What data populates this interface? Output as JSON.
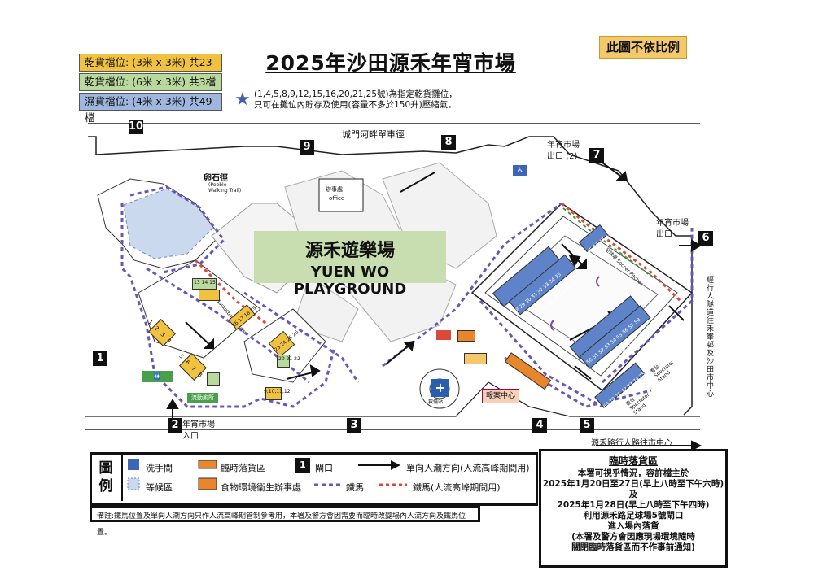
{
  "title": "2025年沙田源禾年宵市場",
  "scale_note": "此圖不依比例",
  "stall_legend": [
    {
      "label": "乾貨檔位: (3米 x 3米) 共23檔",
      "color": "#f0c240"
    },
    {
      "label": "乾貨檔位: (6米 x 3米) 共3檔",
      "color": "#b9d99d"
    },
    {
      "label": "濕貨檔位: (4米 x 3米) 共49檔",
      "color": "#9fb6de"
    }
  ],
  "star_note": {
    "line1": "(1,4,5,8,9,12,15,16,20,21,25號)為指定乾貨攤位，",
    "line2": "只可在攤位內貯存及使用(容量不多於150升)壓縮氣。"
  },
  "map": {
    "playground_zh": "源禾遊樂場",
    "playground_en": "YUEN WO PLAYGROUND",
    "top_road": "城門河畔單車徑",
    "bottom_road": "源禾路行人路往市中心",
    "right_road": "經行人隧道往禾輋邨及沙田市中心",
    "pebble_zh": "卵石徑",
    "pebble_en": "(Pebble Walking Trail)",
    "office_zh": "辦事處",
    "office_en": "office",
    "basketball": "籃球場 Basketball Courts",
    "soccer": "足球場 Soccer Pitches",
    "spectator1": "看台 Spectator Stand",
    "spectator2": "看台 Spectator Stand",
    "exit2": "年宵市場\n出口 (2)",
    "exit1": "年宵市場\n出口",
    "entrance": "年宵市場\n入口",
    "police": "報案中心",
    "firstaid": "救傷站",
    "mobile_toilet": "流動廁所",
    "toilet": "洗手間",
    "waiting": "等候區"
  },
  "gates": [
    "1",
    "2",
    "3",
    "4",
    "5",
    "6",
    "7",
    "8",
    "9",
    "10"
  ],
  "legend": {
    "heading": "圖例",
    "items": [
      {
        "icon": "toilet-icon",
        "label": "洗手間"
      },
      {
        "icon": "temp-loading-icon",
        "label": "臨時落貨區"
      },
      {
        "icon": "gate-icon",
        "label": "閘口"
      },
      {
        "icon": "arrow-icon",
        "label": "單向人潮方向(人流高峰期間用)"
      },
      {
        "icon": "waiting-area-icon",
        "label": "等候區"
      },
      {
        "icon": "fehd-office-icon",
        "label": "食物環境衞生辦事處"
      },
      {
        "icon": "barrier-icon",
        "label": "鐵馬"
      },
      {
        "icon": "barrier-red-icon",
        "label": "鐵馬(人流高峰期間用)"
      }
    ],
    "gate_sample": "1"
  },
  "footnote": "備註:鐵馬位置及單向人潮方向只作人流高峰期管制參考用，本署及警方會因需要而臨時改變場內人流方向及鐵馬位置。",
  "info": {
    "heading": "臨時落貨區",
    "line1": "本署可視乎情況，容許檔主於",
    "line2": "2025年1月20日至27日(早上八時至下午六時)",
    "line3": "及",
    "line4": "2025年1月28日(早上八時至下午四時)",
    "line5": "利用源禾路足球場5號閘口",
    "line6": "進入場內落貨",
    "line7": "(本署及警方會因應現場環境隨時",
    "line8": "關閉臨時落貨區而不作事前通知)"
  },
  "stall_numbers": {
    "group_a": [
      "1",
      "2",
      "3",
      "4"
    ],
    "group_b": [
      "5",
      "6",
      "7",
      "8"
    ],
    "group_c": [
      "9",
      "10",
      "11",
      "12"
    ],
    "group_d": [
      "13",
      "14",
      "15"
    ],
    "group_e": [
      "16",
      "17",
      "18",
      "19"
    ],
    "group_f": [
      "20",
      "21",
      "22"
    ],
    "group_g": [
      "23",
      "24",
      "25",
      "26"
    ],
    "wet_a": [
      "27",
      "28",
      "29",
      "30",
      "31",
      "32",
      "33",
      "34",
      "35"
    ],
    "wet_b": [
      "36",
      "37",
      "38",
      "39",
      "40",
      "41",
      "42",
      "43",
      "44"
    ],
    "wet_c": [
      "45",
      "46",
      "47",
      "48"
    ],
    "wet_d": [
      "49",
      "50",
      "51",
      "52",
      "53",
      "54",
      "55",
      "56",
      "57",
      "58"
    ],
    "wet_e": [
      "59",
      "60",
      "61",
      "62",
      "63",
      "64",
      "65",
      "66",
      "67",
      "68"
    ],
    "wet_f": [
      "69",
      "70",
      "71",
      "72",
      "73",
      "74",
      "75"
    ]
  }
}
